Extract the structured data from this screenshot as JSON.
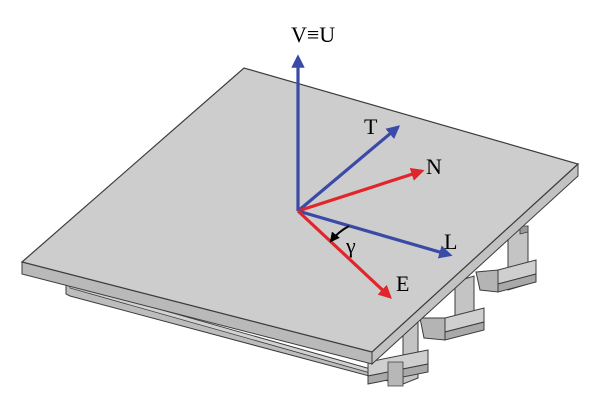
{
  "labels": {
    "vertical": "V≡U",
    "transverse": "T",
    "normal": "N",
    "longitudinal": "L",
    "east": "E",
    "angle": "γ"
  },
  "colors": {
    "blue_vector": "#3a4aa6",
    "red_vector": "#e0262b",
    "deck_top": "#cdcdcd",
    "deck_side": "#b9b9b9",
    "girder": "#c4c4c4",
    "girder_dark": "#a9a9a9",
    "outline": "#3c3c3c"
  }
}
